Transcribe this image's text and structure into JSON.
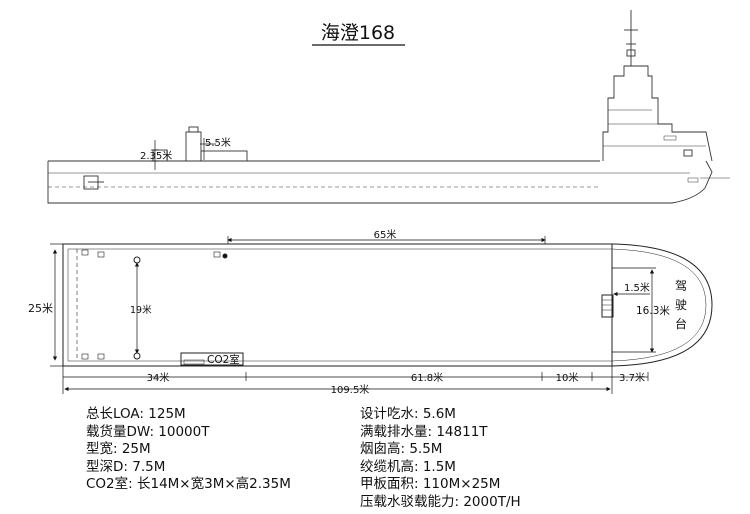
{
  "title": "海澄168",
  "side_view": {
    "dim_house_height": "2.35米",
    "dim_funnel_height": "5.5米"
  },
  "plan_view": {
    "dim_beam": "25米",
    "dim_inner_beam": "19米",
    "dim_winch_zone": "65米",
    "dim_bow_offset": "1.5米",
    "dim_bow_width": "16.3米",
    "bridge_label": [
      "驾",
      "驶",
      "台"
    ],
    "co2_label": "CO2室",
    "dim_segments": [
      "34米",
      "61.8米",
      "10米",
      "3.7米"
    ],
    "dim_total": "109.5米"
  },
  "specs_left": [
    "总长LOA: 125M",
    "载货量DW: 10000T",
    "型宽: 25M",
    "型深D: 7.5M",
    "CO2室: 长14M×宽3M×高2.35M"
  ],
  "specs_right": [
    "设计吃水: 5.6M",
    "满载排水量: 14811T",
    "烟囱高: 5.5M",
    "绞缆机高: 1.5M",
    "甲板面积: 110M×25M",
    "压载水驳载能力: 2000T/H"
  ]
}
